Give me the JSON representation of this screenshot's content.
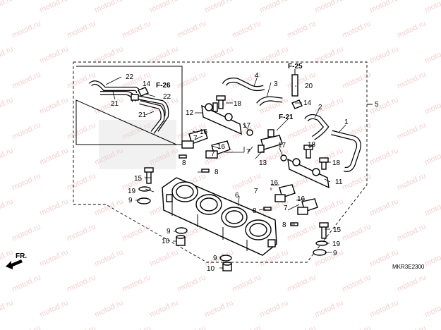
{
  "watermark": {
    "text": "motod.ru",
    "color": "#e8a9a9"
  },
  "refs": {
    "f25": "F-25",
    "f26": "F-26",
    "f21": "F-21"
  },
  "direction": {
    "label": "FR."
  },
  "diagram_code": "MKR3E2300",
  "callouts": {
    "c1": "1",
    "c2": "2",
    "c3": "3",
    "c4": "4",
    "c5": "5",
    "c6": "6",
    "c7a": "7",
    "c7b": "7",
    "c7c": "7",
    "c7d": "7",
    "c7e": "7",
    "c8a": "8",
    "c8b": "8",
    "c8c": "8",
    "c8d": "8",
    "c9a": "9",
    "c9b": "9",
    "c9c": "9",
    "c9d": "9",
    "c10a": "10",
    "c10b": "10",
    "c11": "11",
    "c12": "12",
    "c13": "13",
    "c14a": "14",
    "c14b": "14",
    "c15a": "15",
    "c15b": "15",
    "c16a": "16",
    "c16b": "16",
    "c16c": "16",
    "c16d": "16",
    "c17a": "17",
    "c17b": "17",
    "c18a": "18",
    "c18b": "18",
    "c18c": "18",
    "c19a": "19",
    "c19b": "19",
    "c20": "20",
    "c21a": "21",
    "c21b": "21",
    "c22a": "22",
    "c22b": "22"
  }
}
